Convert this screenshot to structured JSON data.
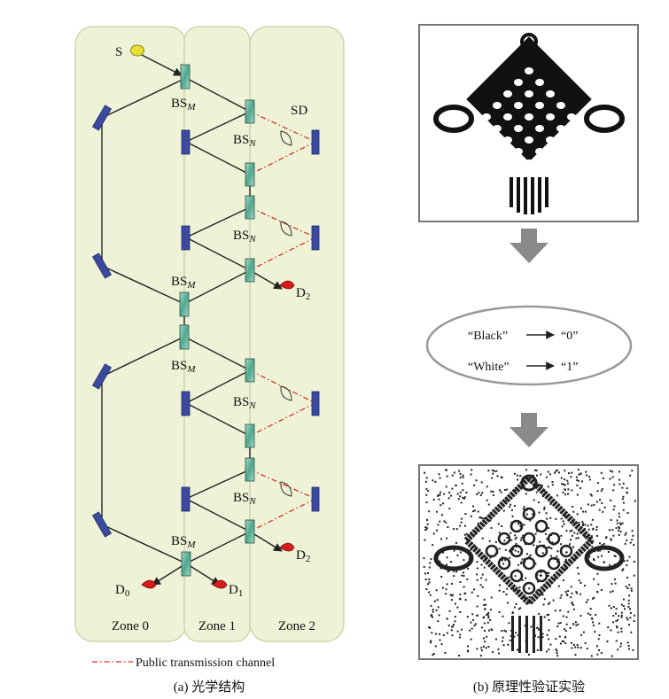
{
  "panel_a": {
    "zones": [
      "Zone 0",
      "Zone 1",
      "Zone 2"
    ],
    "labels": {
      "source": "S",
      "bs_m": "BS",
      "bs_m_sub": "M",
      "bs_n": "BS",
      "bs_n_sub": "N",
      "sd": "SD",
      "d0": "D",
      "d0_sub": "0",
      "d1": "D",
      "d1_sub": "1",
      "d2": "D",
      "d2_sub": "2"
    },
    "legend": "Public transmission channel",
    "caption": "(a) 光学结构"
  },
  "panel_b": {
    "mapping": [
      {
        "from": "“Black”",
        "to": "“0”"
      },
      {
        "from": "“White”",
        "to": "“1”"
      }
    ],
    "caption": "(b) 原理性验证实验"
  },
  "colors": {
    "zone_fill": "#eef2d6",
    "zone_stroke": "#c7cfa0",
    "mirror": "#3b4a9e",
    "beamsplitter": "#7fc2b0",
    "detector": "#d61c1c",
    "source": "#e8e033",
    "channel": "#d9332b",
    "arrow": "#8a8a8a"
  }
}
